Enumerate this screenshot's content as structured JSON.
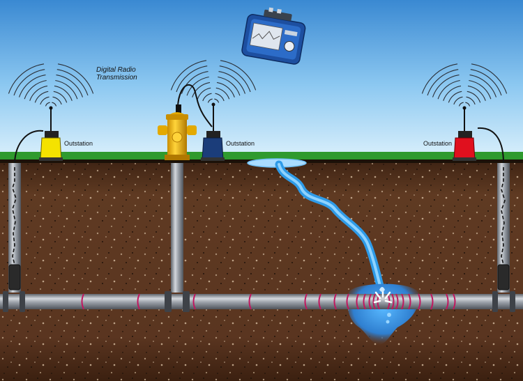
{
  "labels": {
    "transmission_line1": "Digital Radio",
    "transmission_line2": "Transmission",
    "outstation_left": "Outstation",
    "outstation_center": "Outstation",
    "outstation_right": "Outstation"
  },
  "outstations": [
    {
      "position": "left",
      "color": "#f4e200"
    },
    {
      "position": "center",
      "color": "#1b3d7a"
    },
    {
      "position": "right",
      "color": "#e0101e"
    }
  ],
  "icons": {
    "hydrant": "fire-hydrant-icon",
    "logger": "data-logger-device-icon",
    "radio": "radio-waves-icon"
  },
  "colors": {
    "sky_top": "#3d8fd6",
    "sky_bottom": "#cfe9fa",
    "grass": "#2f9a2e",
    "soil": "#5a3520",
    "pipe": "#8a8f97",
    "water": "#36a9ff",
    "leak_rings": "#c0185f"
  }
}
